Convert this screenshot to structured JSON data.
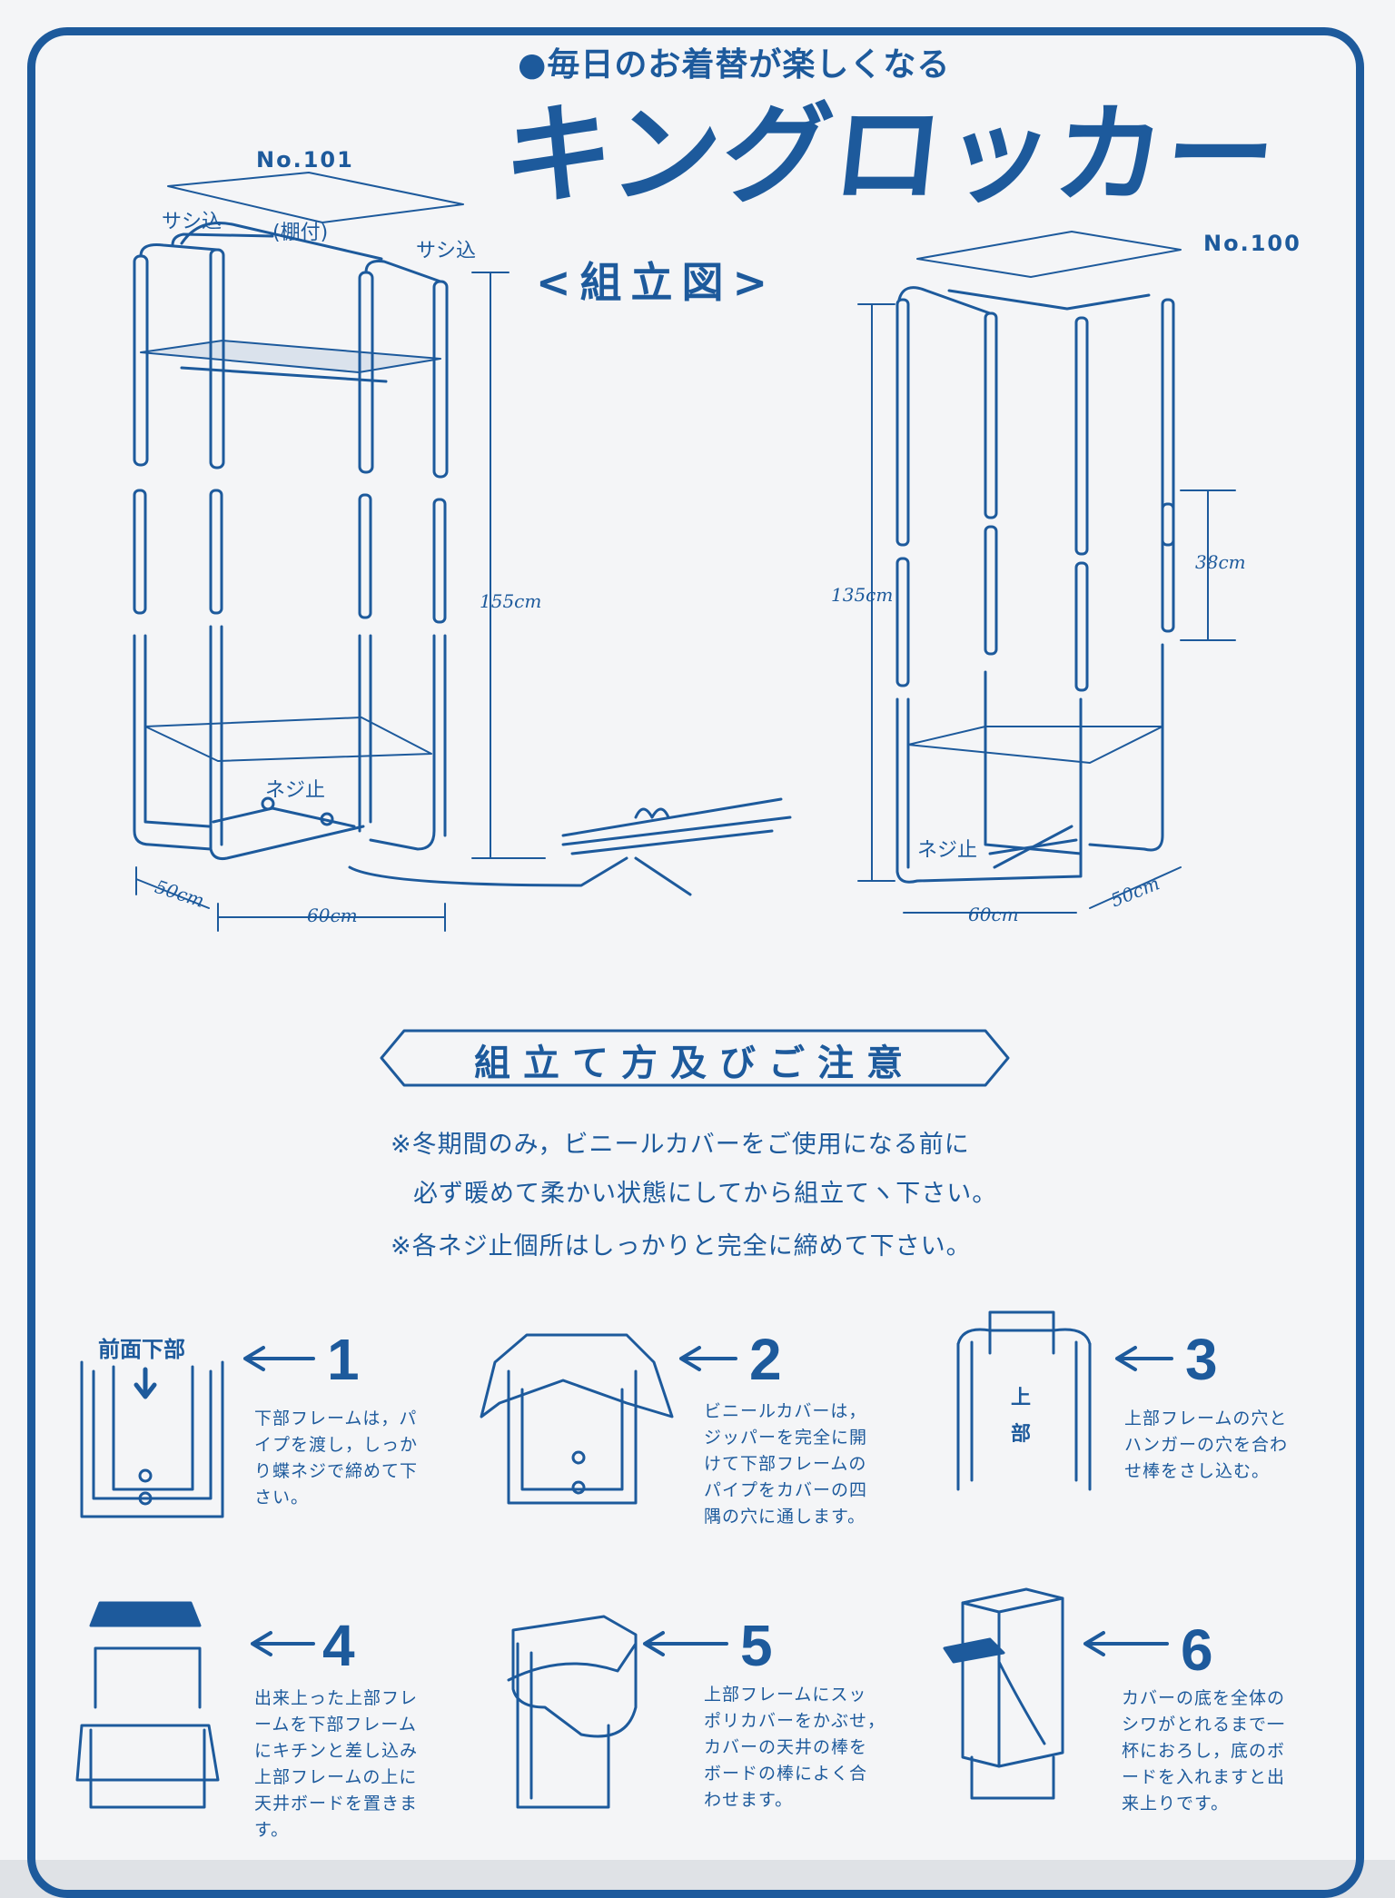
{
  "header": {
    "tagline": "●毎日のお着替が楽しくなる",
    "brand": "キングロッカー",
    "subtitle": "<組立図>"
  },
  "diagram_left": {
    "model": "No.101",
    "label_left": "サシ込",
    "label_shelf": "(棚付)",
    "label_right": "サシ込",
    "height": "155cm",
    "depth": "50cm",
    "width": "60cm",
    "screw_label": "ネジ止"
  },
  "diagram_right": {
    "model": "No.100",
    "height": "135cm",
    "section": "38cm",
    "width": "60cm",
    "depth": "50cm",
    "screw_label": "ネジ止"
  },
  "notes": {
    "title": "組立て方及びご注意",
    "line1": "※冬期間のみ，ビニールカバーをご使用になる前に",
    "line2": "必ず暖めて柔かい状態にしてから組立てヽ下さい。",
    "line3": "※各ネジ止個所はしっかりと完全に締めて下さい。"
  },
  "steps": [
    {
      "num": "1",
      "label": "前面下部",
      "text": [
        "下部フレームは，パ",
        "イプを渡し，しっか",
        "り蝶ネジで締めて下",
        "さい。"
      ]
    },
    {
      "num": "2",
      "text": [
        "ビニールカバーは，",
        "ジッパーを完全に開",
        "けて下部フレームの",
        "パイプをカバーの四",
        "隅の穴に通します。"
      ]
    },
    {
      "num": "3",
      "label": "上部",
      "text": [
        "上部フレームの穴と",
        "ハンガーの穴を合わ",
        "せ棒をさし込む。"
      ]
    },
    {
      "num": "4",
      "text": [
        "出来上った上部フレ",
        "ームを下部フレーム",
        "にキチンと差し込み",
        "上部フレームの上に",
        "天井ボードを置きま",
        "す。"
      ]
    },
    {
      "num": "5",
      "text": [
        "上部フレームにスッ",
        "ポリカバーをかぶせ，",
        "カバーの天井の棒を",
        "ボードの棒によく合",
        "わせます。"
      ]
    },
    {
      "num": "6",
      "text": [
        "カバーの底を全体の",
        "シワがとれるまで一",
        "杯におろし，底のボ",
        "ードを入れますと出",
        "来上りです。"
      ]
    }
  ],
  "colors": {
    "ink": "#1d5a9c",
    "paper": "#f4f5f7"
  }
}
